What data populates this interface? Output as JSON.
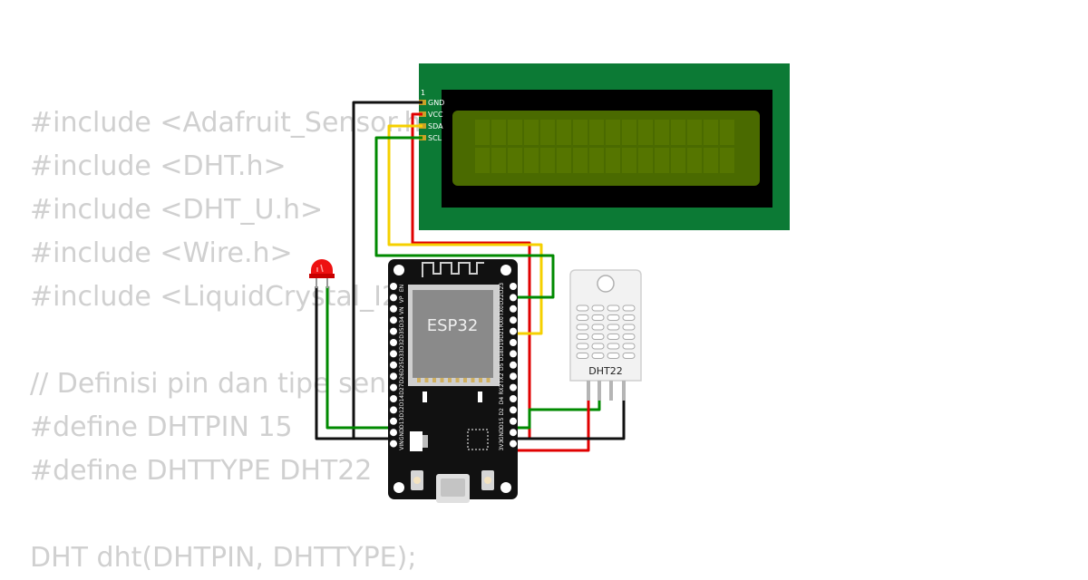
{
  "code_lines": [
    "#include <Adafruit_Sensor.h>",
    "#include <DHT.h>",
    "#include <DHT_U.h>",
    "#include <Wire.h>",
    "#include <LiquidCrystal_I2C.h>",
    "",
    "// Definisi pin dan tipe sensor",
    "#define DHTPIN 15",
    "#define DHTTYPE DHT22",
    "",
    "DHT dht(DHTPIN, DHTTYPE);"
  ],
  "lcd": {
    "pin1_label": "1",
    "pins": [
      "GND",
      "VCC",
      "SDA",
      "SCL"
    ]
  },
  "esp32": {
    "label": "ESP32",
    "left_pins": [
      "EN",
      "VP",
      "VN",
      "D34",
      "D35",
      "D32",
      "D33",
      "D25",
      "D26",
      "D27",
      "D14",
      "D12",
      "D13",
      "GND",
      "VIN"
    ],
    "right_pins": [
      "D23",
      "D22",
      "TX0",
      "RX0",
      "D21",
      "D19",
      "D18",
      "D5",
      "TX2",
      "RX2",
      "D4",
      "D2",
      "D15",
      "GND",
      "3V3"
    ]
  },
  "dht22": {
    "label": "DHT22"
  },
  "colors": {
    "gnd_wire": "#111111",
    "vcc_wire": "#e00000",
    "sda_wire": "#f5d000",
    "scl_wire": "#008a00",
    "led_wire": "#008a00",
    "lcd_board": "#0c7a35",
    "lcd_screen": "#4a6a00",
    "esp_board": "#111111",
    "esp_chip": "#8a8a8a",
    "dht_body": "#f2f2f2",
    "led_red": "#ee1111"
  }
}
